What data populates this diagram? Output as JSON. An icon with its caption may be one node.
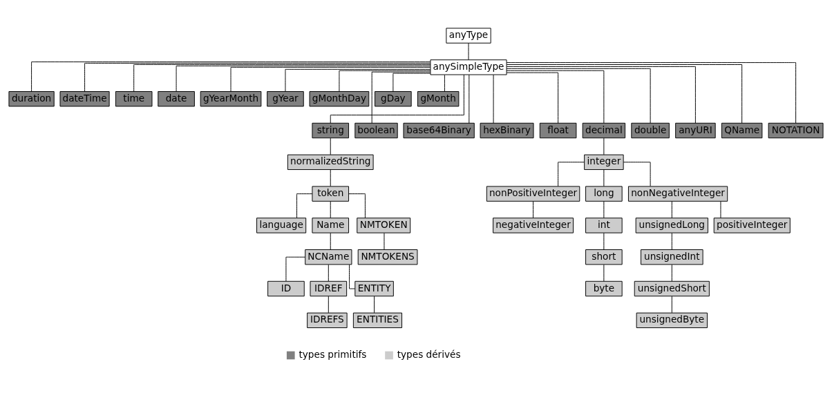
{
  "diagram": {
    "nodes": [
      {
        "text": [
          "anyType"
        ]
      },
      {
        "text": [
          "anySimpleType"
        ]
      },
      {
        "text": [
          "duration"
        ]
      },
      {
        "text": [
          "dateTime"
        ]
      },
      {
        "text": [
          "time"
        ]
      },
      {
        "text": [
          "date"
        ]
      },
      {
        "text": [
          "gYearMonth"
        ]
      },
      {
        "text": [
          "gYear"
        ]
      },
      {
        "text": [
          "gMonthDay"
        ]
      },
      {
        "text": [
          "gDay"
        ]
      },
      {
        "text": [
          "gMonth"
        ]
      },
      {
        "text": [
          "string"
        ]
      },
      {
        "text": [
          "boolean"
        ]
      },
      {
        "text": [
          "base64Binary"
        ]
      },
      {
        "text": [
          "hexBinary"
        ]
      },
      {
        "text": [
          "float"
        ]
      },
      {
        "text": [
          "decimal"
        ]
      },
      {
        "text": [
          "double"
        ]
      },
      {
        "text": [
          "anyURI"
        ]
      },
      {
        "text": [
          "QName"
        ]
      },
      {
        "text": [
          "NOTATION"
        ]
      },
      {
        "text": [
          "normalizedString"
        ]
      },
      {
        "text": [
          "integer"
        ]
      },
      {
        "text": [
          "token"
        ]
      },
      {
        "text": [
          "nonPositiveInteger"
        ]
      },
      {
        "text": [
          "long"
        ]
      },
      {
        "text": [
          "nonNegativeInteger"
        ]
      },
      {
        "text": [
          "language"
        ]
      },
      {
        "text": [
          "Name"
        ]
      },
      {
        "text": [
          "NMTOKEN"
        ]
      },
      {
        "text": [
          "negativeInteger"
        ]
      },
      {
        "text": [
          "int"
        ]
      },
      {
        "text": [
          "unsignedLong"
        ]
      },
      {
        "text": [
          "positiveInteger"
        ]
      },
      {
        "text": [
          "NCName"
        ]
      },
      {
        "text": [
          "NMTOKENS"
        ]
      },
      {
        "text": [
          "short"
        ]
      },
      {
        "text": [
          "unsignedInt"
        ]
      },
      {
        "text": [
          "ID"
        ]
      },
      {
        "text": [
          "IDREF"
        ]
      },
      {
        "text": [
          "ENTITY"
        ]
      },
      {
        "text": [
          "byte"
        ]
      },
      {
        "text": [
          "unsignedShort"
        ]
      },
      {
        "text": [
          "IDREFS"
        ]
      },
      {
        "text": [
          "ENTITIES"
        ]
      },
      {
        "text": [
          "unsignedByte"
        ]
      }
    ],
    "edges": [
      {
        "from": 0,
        "to": 1,
        "arrow": "none"
      },
      {
        "from": 1,
        "to": 2,
        "arrow": "none"
      },
      {
        "from": 1,
        "to": 3,
        "arrow": "none"
      },
      {
        "from": 1,
        "to": 4,
        "arrow": "none"
      },
      {
        "from": 1,
        "to": 5,
        "arrow": "none"
      },
      {
        "from": 1,
        "to": 6,
        "arrow": "none"
      },
      {
        "from": 1,
        "to": 7,
        "arrow": "none"
      },
      {
        "from": 1,
        "to": 8,
        "arrow": "none"
      },
      {
        "from": 1,
        "to": 9,
        "arrow": "none"
      },
      {
        "from": 1,
        "to": 10,
        "arrow": "none"
      },
      {
        "from": 1,
        "to": 11,
        "arrow": "none"
      },
      {
        "from": 1,
        "to": 12,
        "arrow": "none"
      },
      {
        "from": 1,
        "to": 13,
        "arrow": "none"
      },
      {
        "from": 1,
        "to": 14,
        "arrow": "none"
      },
      {
        "from": 1,
        "to": 15,
        "arrow": "none"
      },
      {
        "from": 1,
        "to": 16,
        "arrow": "none"
      },
      {
        "from": 1,
        "to": 17,
        "arrow": "none"
      },
      {
        "from": 1,
        "to": 18,
        "arrow": "none"
      },
      {
        "from": 1,
        "to": 19,
        "arrow": "none"
      },
      {
        "from": 1,
        "to": 20,
        "arrow": "none"
      },
      {
        "from": 11,
        "to": 21,
        "arrow": "none"
      },
      {
        "from": 21,
        "to": 23,
        "arrow": "none"
      },
      {
        "from": 23,
        "to": 27,
        "arrow": "none"
      },
      {
        "from": 23,
        "to": 28,
        "arrow": "none"
      },
      {
        "from": 23,
        "to": 29,
        "arrow": "none"
      },
      {
        "from": 28,
        "to": 34,
        "arrow": "none"
      },
      {
        "from": 29,
        "to": 35,
        "arrow": "none"
      },
      {
        "from": 34,
        "to": 38,
        "arrow": "none"
      },
      {
        "from": 34,
        "to": 39,
        "arrow": "none"
      },
      {
        "from": 34,
        "to": 40,
        "arrow": "none"
      },
      {
        "from": 39,
        "to": 43,
        "arrow": "none"
      },
      {
        "from": 40,
        "to": 44,
        "arrow": "none"
      },
      {
        "from": 16,
        "to": 22,
        "arrow": "none"
      },
      {
        "from": 22,
        "to": 24,
        "arrow": "none"
      },
      {
        "from": 22,
        "to": 25,
        "arrow": "none"
      },
      {
        "from": 22,
        "to": 26,
        "arrow": "none"
      },
      {
        "from": 24,
        "to": 30,
        "arrow": "none"
      },
      {
        "from": 25,
        "to": 31,
        "arrow": "none"
      },
      {
        "from": 31,
        "to": 36,
        "arrow": "none"
      },
      {
        "from": 36,
        "to": 41,
        "arrow": "none"
      },
      {
        "from": 26,
        "to": 32,
        "arrow": "none"
      },
      {
        "from": 26,
        "to": 33,
        "arrow": "none"
      },
      {
        "from": 32,
        "to": 37,
        "arrow": "none"
      },
      {
        "from": 37,
        "to": 42,
        "arrow": "none"
      },
      {
        "from": 42,
        "to": 45,
        "arrow": "none"
      }
    ],
    "legend": [
      {
        "text": "types primitifs",
        "color": "#808080"
      },
      {
        "text": "types dérivés",
        "color": "#cccccc"
      }
    ]
  }
}
